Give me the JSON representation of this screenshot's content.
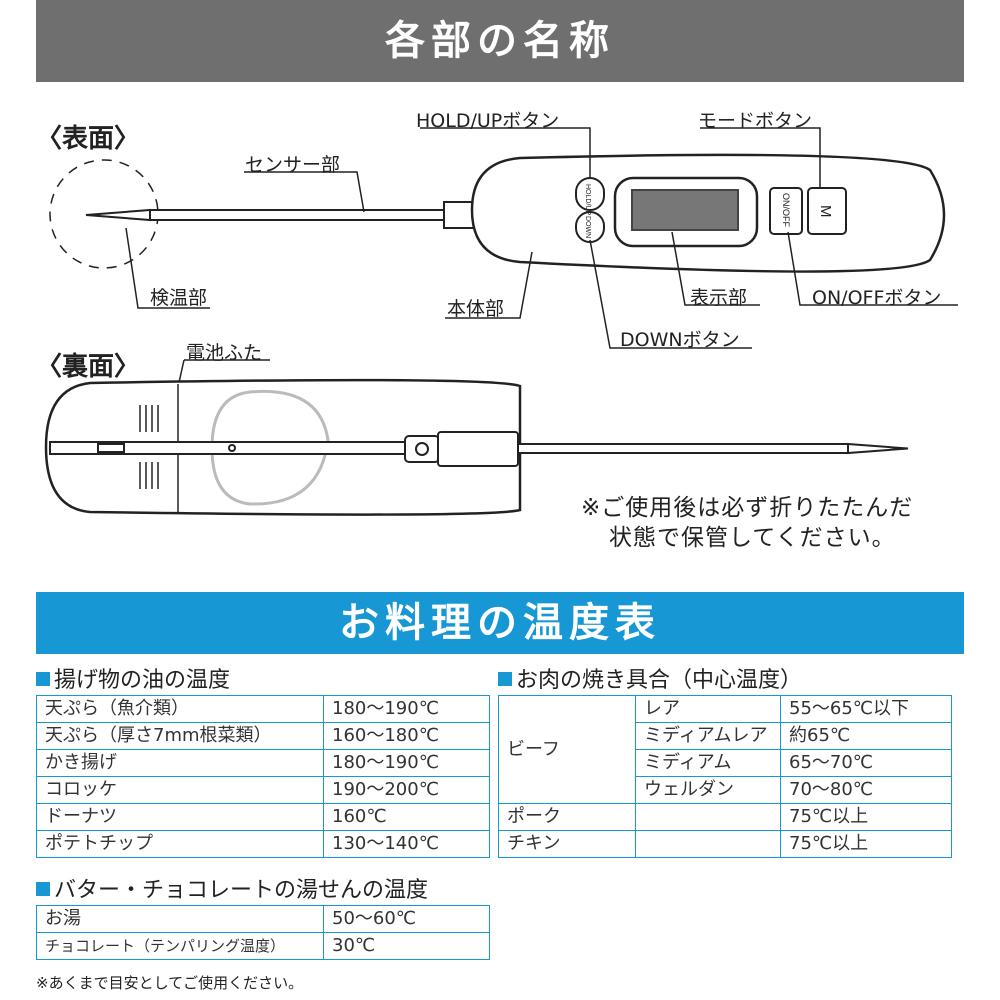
{
  "banner_top": "各部の名称",
  "banner_bottom": "お料理の温度表",
  "front_label": "〈表面〉",
  "back_label": "〈裏面〉",
  "parts": {
    "hold_up_button": "HOLD/UPボタン",
    "mode_button": "モードボタン",
    "sensor": "センサー部",
    "probe_tip": "検温部",
    "body": "本体部",
    "display": "表示部",
    "on_off_button": "ON/OFFボタン",
    "down_button": "DOWNボタン",
    "battery_cover": "電池ふた"
  },
  "device_text": {
    "hold_key": "HOLD/UP",
    "down_key": "DOWN",
    "onoff_key": "ON/OFF",
    "m_key": "M"
  },
  "storage_note": {
    "line1": "※ご使用後は必ず折りたたんだ",
    "line2": "状態で保管してください。"
  },
  "oil_section": {
    "title": "揚げ物の油の温度",
    "rows": [
      {
        "item": "天ぷら（魚介類）",
        "temp": "180〜190℃"
      },
      {
        "item": "天ぷら（厚さ7mm根菜類）",
        "temp": "160〜180℃"
      },
      {
        "item": "かき揚げ",
        "temp": "180〜190℃"
      },
      {
        "item": "コロッケ",
        "temp": "190〜200℃"
      },
      {
        "item": "ドーナツ",
        "temp": "160℃"
      },
      {
        "item": "ポテトチップ",
        "temp": "130〜140℃"
      }
    ]
  },
  "choco_section": {
    "title": "バター・チョコレートの湯せんの温度",
    "rows": [
      {
        "item": "お湯",
        "temp": "50〜60℃"
      },
      {
        "item": "チョコレート（テンパリング温度）",
        "temp": "30℃"
      }
    ]
  },
  "meat_section": {
    "title": "お肉の焼き具合（中心温度）",
    "beef": "ビーフ",
    "beef_rows": [
      {
        "doneness": "レア",
        "temp": "55〜65℃以下"
      },
      {
        "doneness": "ミディアムレア",
        "temp": "約65℃"
      },
      {
        "doneness": "ミディアム",
        "temp": "65〜70℃"
      },
      {
        "doneness": "ウェルダン",
        "temp": "70〜80℃"
      }
    ],
    "pork": {
      "meat": "ポーク",
      "temp": "75℃以上"
    },
    "chicken": {
      "meat": "チキン",
      "temp": "75℃以上"
    }
  },
  "footnote": "※あくまで目安としてご使用ください。",
  "colors": {
    "gray_banner": "#6f6f6f",
    "blue_banner": "#1797d4"
  }
}
